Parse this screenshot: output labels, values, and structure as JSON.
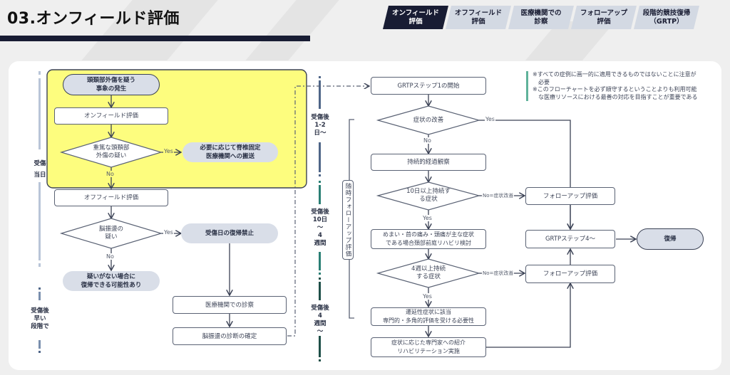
{
  "page": {
    "title": "03.オンフィールド評価"
  },
  "tabs": [
    {
      "label": "オンフィールド\n評価",
      "active": true
    },
    {
      "label": "オフフィールド\n評価",
      "active": false
    },
    {
      "label": "医療機関での\n診察",
      "active": false
    },
    {
      "label": "フォローアップ\n評価",
      "active": false
    },
    {
      "label": "段階的競技復帰\n（GRTP）",
      "active": false
    }
  ],
  "notes": "※すべての症例に画一的に適用できるものではないことに注意が\n　必要\n※このフローチャートを必ず順守するということよりも利用可能\n　な医療リソースにおける最善の対応を目指すことが重要である",
  "phases": {
    "injury_day": "受傷\n当日",
    "early": "受傷後\n早い\n段階で",
    "day1_2": "受傷後\n1-2\n日〜",
    "day10_4w": "受傷後\n10日\n〜\n4\n週間",
    "week4": "受傷後\n4\n週間\n〜"
  },
  "left_flow": {
    "start": "頭頚部外傷を疑う\n事象の発生",
    "onfield": "オンフィールド評価",
    "severe_q": "重篤な頭頚部\n外傷の疑い",
    "severe_yes": "必要に応じて脊椎固定\n医療機関への搬送",
    "offfield": "オフフィールド評価",
    "concussion_q": "脳振盪の\n疑い",
    "no_susp": "疑いがない場合に\n復帰できる可能性あり",
    "no_return": "受傷日の復帰禁止",
    "medical": "医療機関での診察",
    "diagnosis": "脳振盪の診断の確定"
  },
  "right_flow": {
    "grtp1": "GRTPステップ1の開始",
    "improve_q": "症状の改善",
    "observe": "持続的経過観察",
    "q10d": "10日以上持続す\nる症状",
    "vestibular": "めまい・首の痛み・頭痛が主な症状\nである場合頚部前庭リハビリ検討",
    "q4w": "4週以上持続\nする症状",
    "delayed": "遷延性症状に該当\n専門的・多角的評価を受ける必要性",
    "referral": "症状に応じた専門家への紹介\nリハビリテーション実施",
    "followup1": "フォローアップ評価",
    "followup2": "フォローアップ評価",
    "grtp4": "GRTPステップ4〜",
    "return": "復帰",
    "side_label": "随時フォローアップ評価"
  },
  "edge_labels": {
    "yes": "Yes",
    "no": "No",
    "no_improved": "No=症状改善"
  },
  "colors": {
    "navy": "#181c33",
    "highlight_yellow": "#fdfd7e",
    "phase1": "#b9c5d8",
    "phase2": "#4f6688",
    "phase3": "#2a7f74",
    "phase4": "#1f4f48",
    "note_bar": "#5fb29a"
  }
}
